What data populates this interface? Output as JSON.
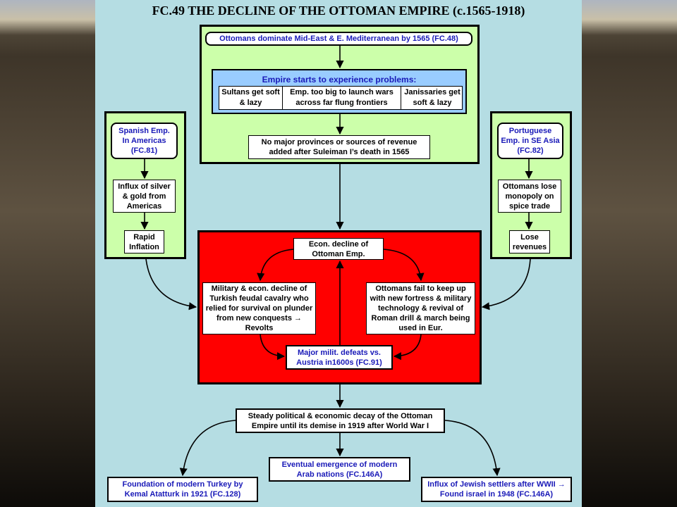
{
  "title": "FC.49 THE DECLINE OF THE OTTOMAN EMPIRE (c.1565-1918)",
  "top": {
    "dominate": "Ottomans dominate Mid-East & E. Mediterranean by 1565 (FC.48)",
    "problems_heading": "Empire starts to experience problems:",
    "problems": [
      "Sultans get soft & lazy",
      "Emp. too big to launch wars across far flung frontiers",
      "Janissaries get soft & lazy"
    ],
    "revenue": "No major provinces or sources of revenue added after Suleiman I’s death in 1565"
  },
  "left": {
    "spanish": "Spanish Emp. In Americas (FC.81)",
    "influx": "Influx of silver & gold from Americas",
    "inflation": "Rapid Inflation"
  },
  "right": {
    "portuguese": "Portuguese Emp. in SE Asia (FC.82)",
    "monopoly": "Ottomans lose monopoly on spice trade",
    "revenues": "Lose revenues"
  },
  "center": {
    "econ": "Econ. decline of Ottoman Emp.",
    "military": "Military & econ. decline of Turkish feudal cavalry who relied for survival on plunder from new conquests → Revolts",
    "fortress": "Ottomans fail  to keep up with new fortress & military technology & revival of Roman drill & march being used in Eur.",
    "defeats": "Major milit. defeats vs. Austria in1600s (FC.91)"
  },
  "bottom": {
    "decay": "Steady political & economic decay of the Ottoman Empire until its demise in 1919 after World War I",
    "arab": "Eventual emergence of modern Arab nations (FC.146A)",
    "turkey": "Foundation of modern Turkey by Kemal Atatturk in 1921 (FC.128)",
    "jewish": "Influx of Jewish settlers after WWII → Found israel in 1948 (FC.146A)"
  }
}
